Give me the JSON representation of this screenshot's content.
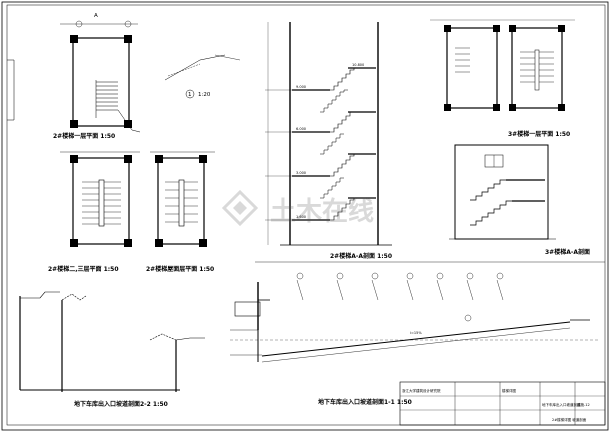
{
  "sheet": {
    "titles": {
      "stair_floor1": "2#楼梯一层平面 1:50",
      "stair_floor23": "2#楼梯二,三层平面 1:50",
      "stair_top": "2#楼梯屋面层平面 1:50",
      "stair_section_aa": "2#楼梯A-A剖面 1:50",
      "stair3_floor1": "3#楼梯一层平面 1:50",
      "stair3_section": "3#楼梯A-A剖面",
      "ramp_section_22": "地下车库出入口坡道剖面2-2 1:50",
      "ramp_section_11": "地下车库出入口坡道剖面1-1 1:50",
      "detail": "1:20",
      "detail_num": "1"
    },
    "marks": {
      "section_a": "A",
      "elevation_1": "1.600",
      "elevation_2": "3.000",
      "elevation_3": "6.000",
      "elevation_4": "9.000",
      "elevation_5": "10.800",
      "ramp_label": "i=15%"
    },
    "title_block": {
      "company": "浙江大学建筑设计研究院",
      "drawing_name": "地下车库出入口坡道剖面",
      "project": "楼梯详图",
      "sheet_no": "建施-12"
    },
    "watermark": "土木在线",
    "footer_code": "2#楼梯详图 坡道剖面"
  }
}
